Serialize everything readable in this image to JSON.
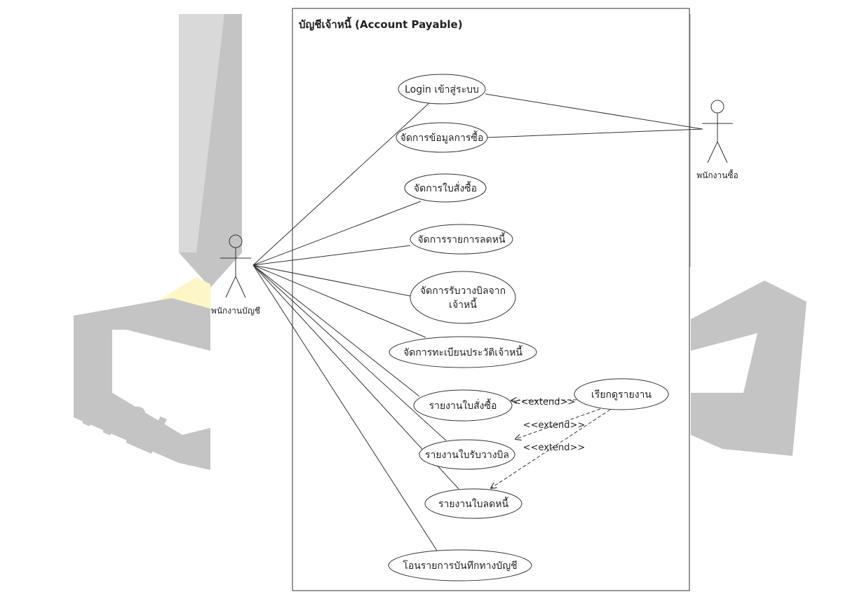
{
  "diagram": {
    "type": "UML use case diagram",
    "system_title": "บัญชีเจ้าหนี้ (Account Payable)",
    "actors": [
      {
        "id": "acct",
        "label": "พนักงานบัญชี"
      },
      {
        "id": "buyer",
        "label": "พนักงานซื้อ"
      }
    ],
    "use_cases": [
      {
        "id": "uc1",
        "lines": [
          "Login เข้าสู่ระบบ"
        ]
      },
      {
        "id": "uc2",
        "lines": [
          "จัดการข้อมูลการซื้อ"
        ]
      },
      {
        "id": "uc3",
        "lines": [
          "จัดการใบสั่งซื้อ"
        ]
      },
      {
        "id": "uc4",
        "lines": [
          "จัดการรายการลดหนี้"
        ]
      },
      {
        "id": "uc5",
        "lines": [
          "จัดการรับวางบิลจาก",
          "เจ้าหนี้"
        ]
      },
      {
        "id": "uc6",
        "lines": [
          "จัดการทะเบียนประวัติเจ้าหนี้"
        ]
      },
      {
        "id": "uc7",
        "lines": [
          "รายงานใบสั่งซื้อ"
        ]
      },
      {
        "id": "uc8",
        "lines": [
          "รายงานใบรับวางบิล"
        ]
      },
      {
        "id": "uc9",
        "lines": [
          "รายงานใบลดหนี้"
        ]
      },
      {
        "id": "uc10",
        "lines": [
          "โอนรายการบันทึกทางบัญชี"
        ]
      },
      {
        "id": "uc11",
        "lines": [
          "เรียกดูรายงาน"
        ]
      }
    ],
    "associations": [
      [
        "acct",
        "uc1"
      ],
      [
        "acct",
        "uc3"
      ],
      [
        "acct",
        "uc4"
      ],
      [
        "acct",
        "uc5"
      ],
      [
        "acct",
        "uc6"
      ],
      [
        "acct",
        "uc7"
      ],
      [
        "acct",
        "uc8"
      ],
      [
        "acct",
        "uc9"
      ],
      [
        "acct",
        "uc10"
      ],
      [
        "buyer",
        "uc1"
      ],
      [
        "buyer",
        "uc2"
      ]
    ],
    "extend_label": "<<extend>>",
    "extends": [
      {
        "from": "uc11",
        "to": "uc7"
      },
      {
        "from": "uc11",
        "to": "uc8"
      },
      {
        "from": "uc11",
        "to": "uc9"
      }
    ]
  },
  "watermark": {
    "text": "พบ",
    "colors": {
      "gray": "#c4c4c4",
      "yellow": "#fdf6c6"
    }
  }
}
